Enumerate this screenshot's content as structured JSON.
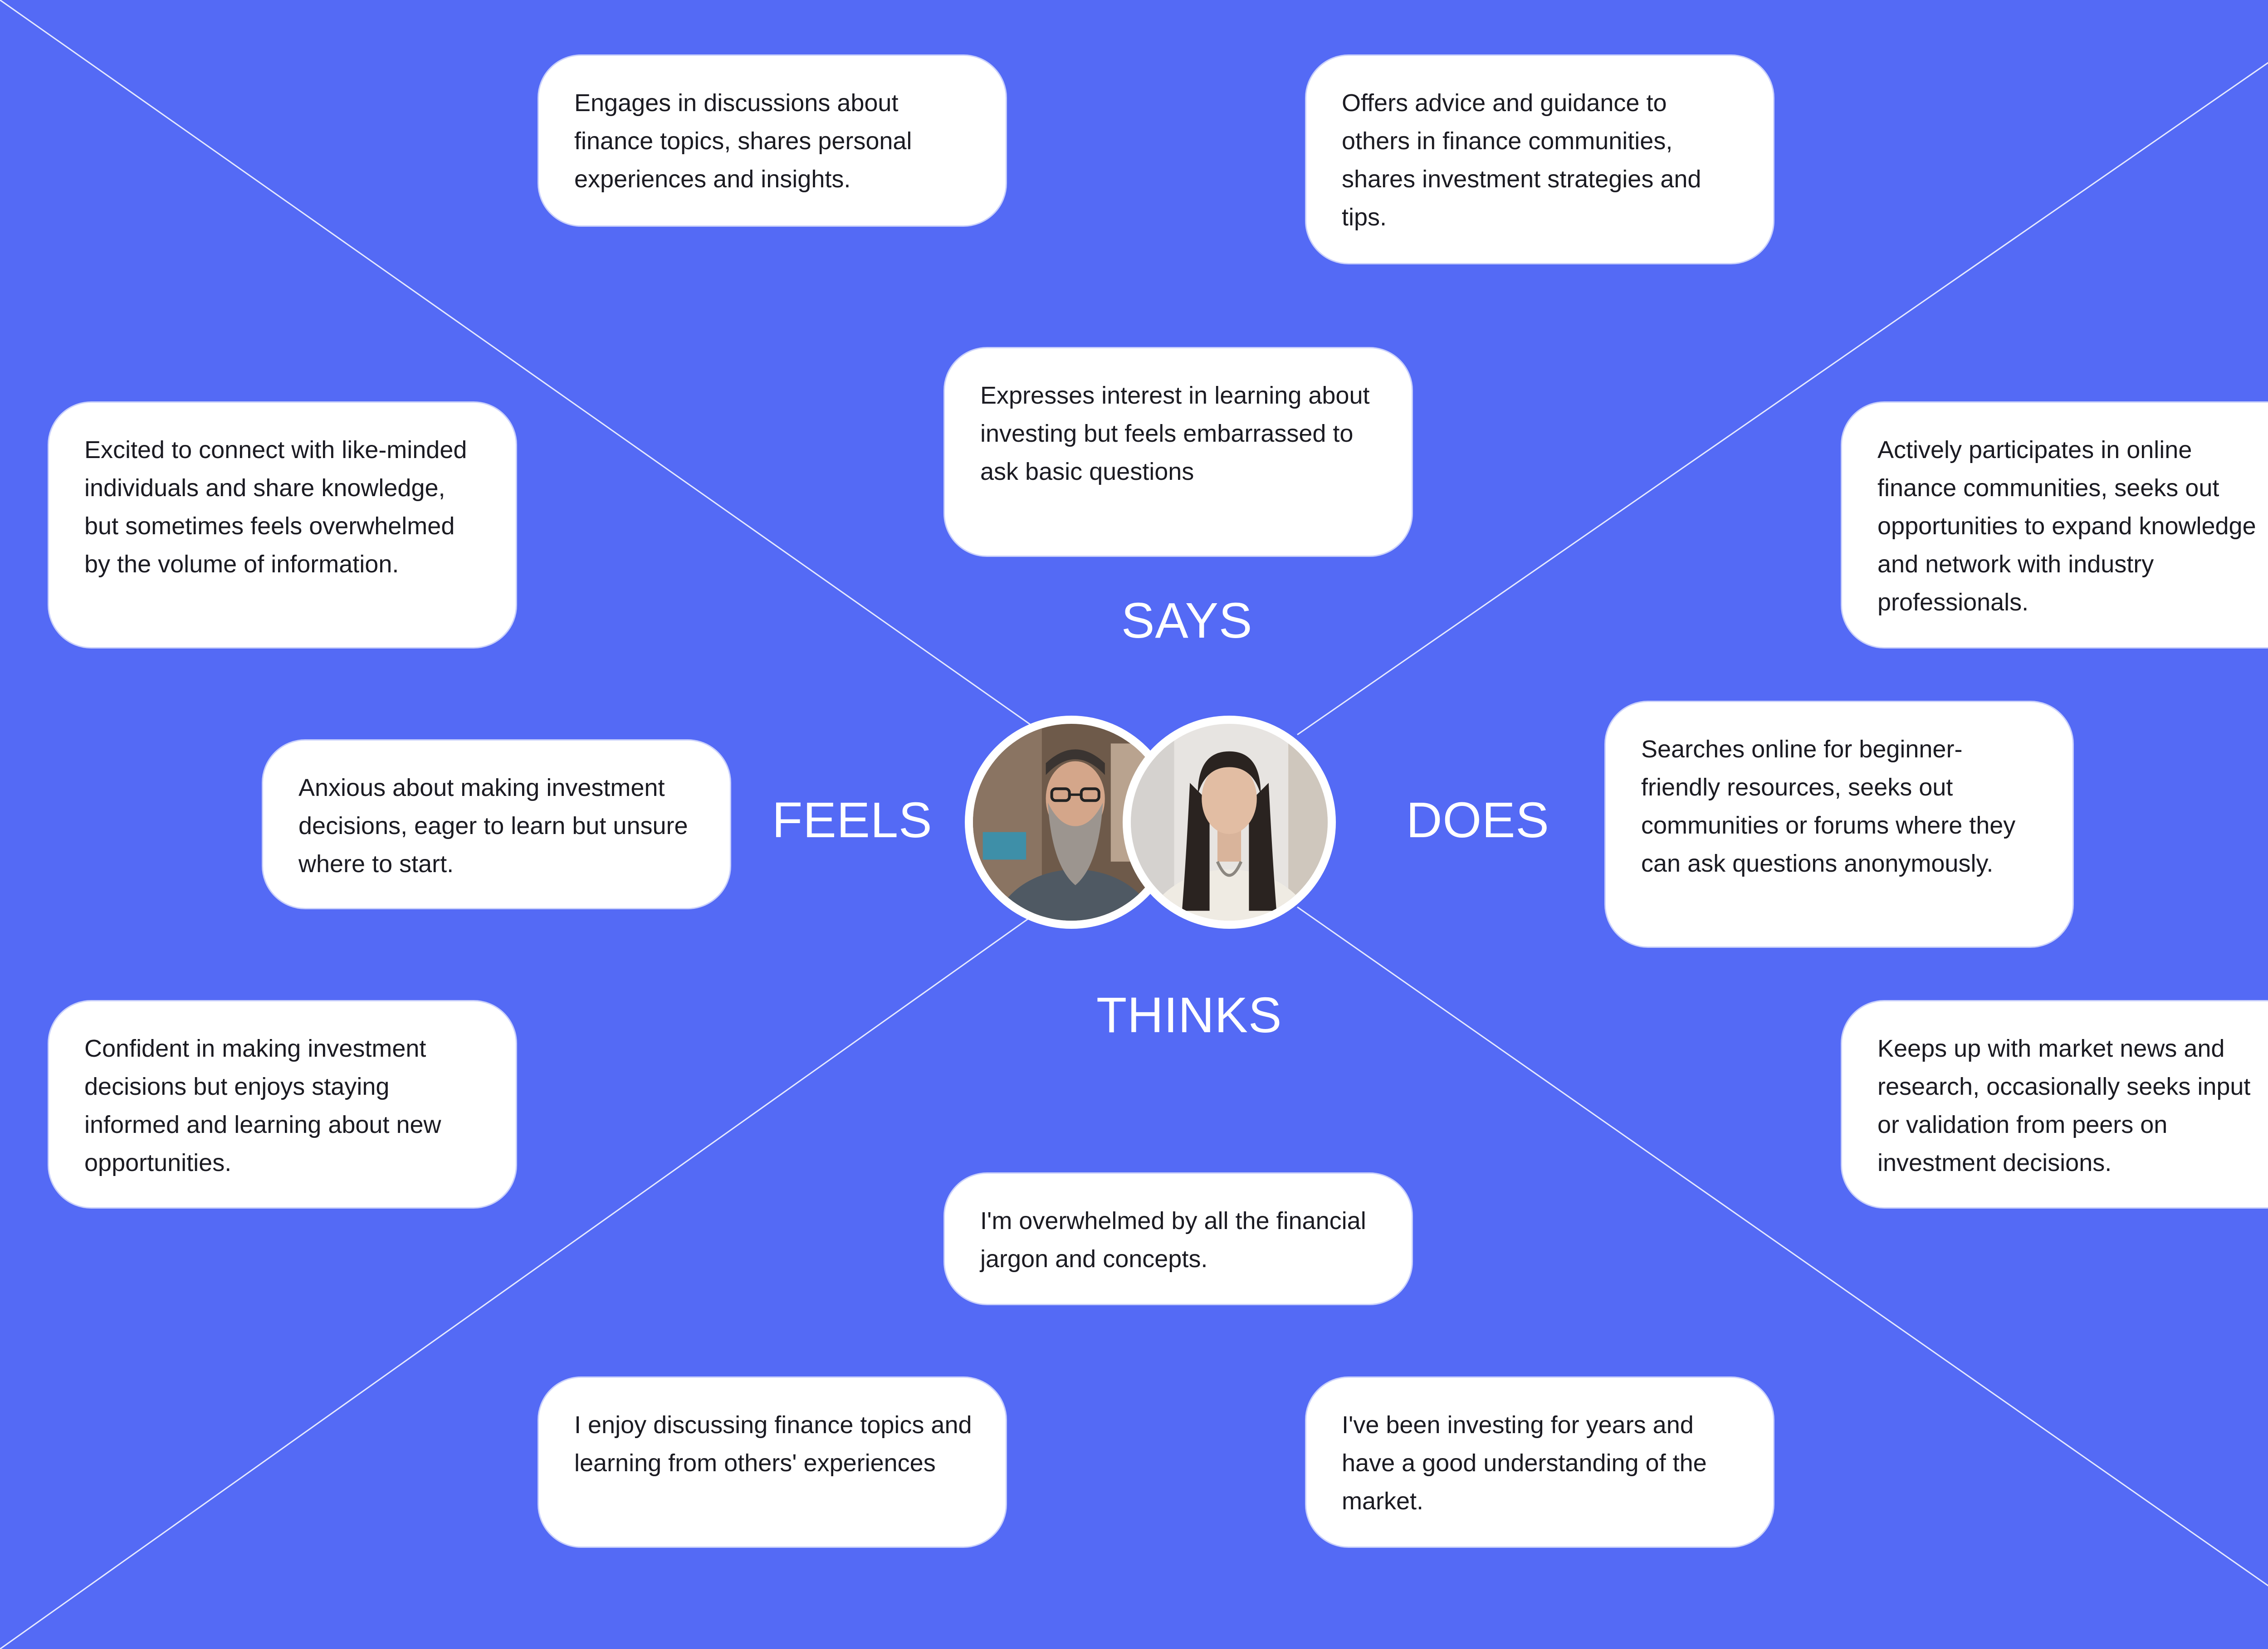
{
  "colors": {
    "background": "#546AF5",
    "card": "#FFFFFF",
    "card_text": "#1B1B22",
    "label_text": "#FFFFFF",
    "divider": "#FFFFFF"
  },
  "quadrants": {
    "says": "SAYS",
    "feels": "FEELS",
    "does": "DOES",
    "thinks": "THINKS"
  },
  "personas": [
    {
      "icon": "bearded-man-avatar-icon"
    },
    {
      "icon": "woman-avatar-icon"
    }
  ],
  "says": [
    "Engages in discussions about finance topics, shares personal experiences and insights.",
    "Offers advice and guidance to others in finance communities, shares investment strategies and tips.",
    "Expresses interest in learning about investing but feels embarrassed to ask basic questions"
  ],
  "feels": [
    "Excited to connect with like-minded individuals and share knowledge, but sometimes feels overwhelmed by the volume of information.",
    "Anxious about making investment decisions, eager to learn but unsure where to start.",
    "Confident in making investment decisions but enjoys staying informed and learning about new opportunities."
  ],
  "does": [
    "Actively participates in online finance communities, seeks out opportunities to expand knowledge and network with industry professionals.",
    "Searches online for beginner-friendly resources, seeks out communities or forums where they can ask questions anonymously.",
    "Keeps up with market news and research, occasionally seeks input or validation from peers on investment decisions."
  ],
  "thinks": [
    "I'm overwhelmed by all the financial jargon and concepts.",
    "I enjoy discussing finance topics and learning from others' experiences",
    "I've been investing for years and have a good understanding of the market."
  ]
}
